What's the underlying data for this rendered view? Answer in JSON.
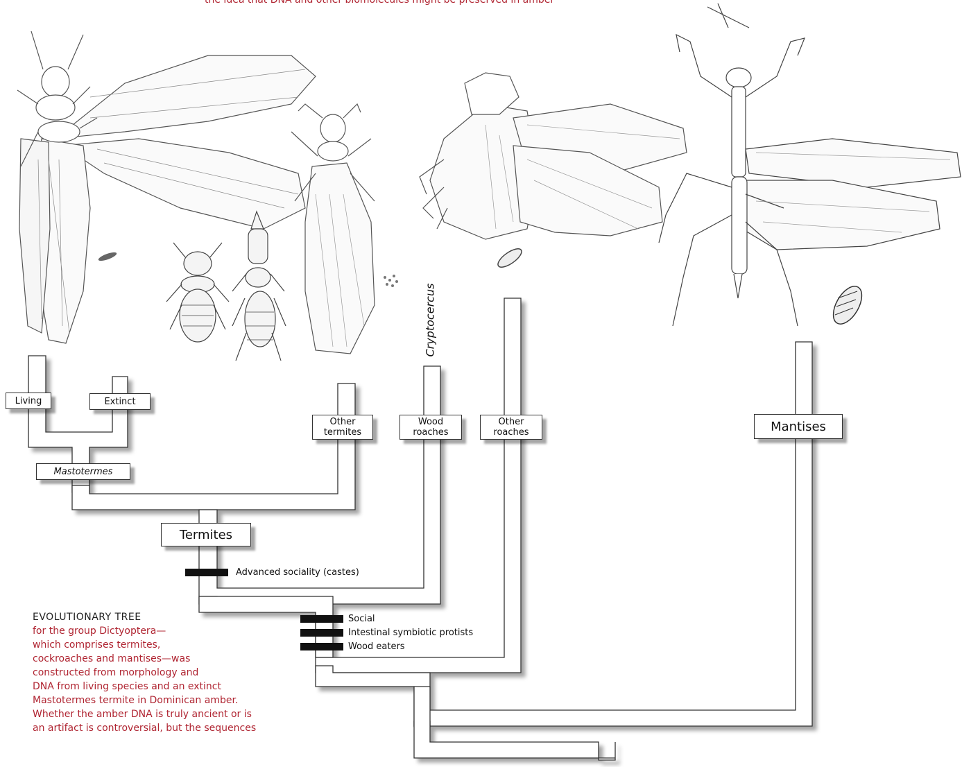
{
  "top_text": "the idea that DNA and other biomolecules might be preserved in amber",
  "labels": {
    "living": "Living",
    "extinct": "Extinct",
    "mastotermes": "Mastotermes",
    "other_termites": "Other\ntermites",
    "wood_roaches": "Wood\nroaches",
    "other_roaches": "Other\nroaches",
    "mantises": "Mantises",
    "termites": "Termites",
    "cryptocercus": "Cryptocercus"
  },
  "traits": {
    "advanced_sociality": "Advanced sociality (castes)",
    "social": "Social",
    "symbiotic_protists": "Intestinal symbiotic protists",
    "wood_eaters": "Wood eaters"
  },
  "caption": {
    "heading": "EVOLUTIONARY TREE",
    "lines": [
      "for the group Dictyoptera—",
      "which comprises termites,",
      "cockroaches and mantises—was",
      "constructed from morphology and",
      "DNA from living species and an extinct",
      "Mastotermes termite in Dominican amber.",
      "Whether the amber DNA is truly ancient or is",
      "an artifact is controversial, but the sequences"
    ]
  },
  "colors": {
    "caption_red": "#b02532",
    "trait_bar": "#111111",
    "branch_stroke": "#333333",
    "branch_fill": "#ffffff"
  },
  "illustrations": [
    "mastotermes-winged-adult-icon",
    "termite-worker-icon",
    "termite-soldier-icon",
    "termite-winged-adult-icon",
    "cryptocercus-roach-icon",
    "roach-egg-case-icon",
    "mantis-icon",
    "mantis-egg-case-icon"
  ]
}
